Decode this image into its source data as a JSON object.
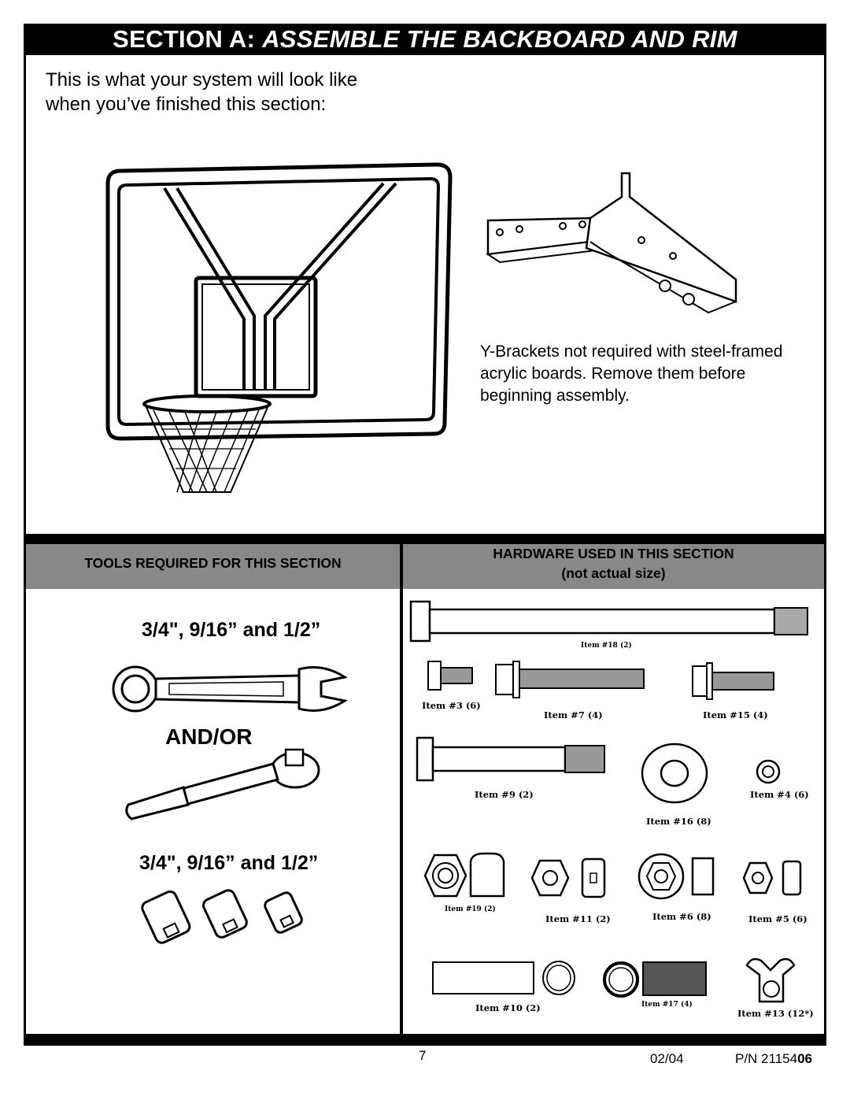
{
  "header": {
    "title_prefix": "SECTION A: ",
    "title_emphasis": "ASSEMBLE THE BACKBOARD AND RIM"
  },
  "intro": {
    "line1": "This is what your system will look like",
    "line2": "when you’ve finished this section:"
  },
  "note": "Y-Brackets not required with steel-framed acrylic boards. Remove them before beginning assembly.",
  "tools": {
    "header": "TOOLS REQUIRED FOR THIS SECTION",
    "wrench_sizes": "3/4\", 9/16” and 1/2”",
    "andor": "AND/OR",
    "socket_sizes": "3/4\", 9/16” and 1/2”"
  },
  "hardware": {
    "header_line1": "HARDWARE USED IN THIS SECTION",
    "header_line2": "(not actual size)",
    "items": {
      "i18": "Item #18 (2)",
      "i3": "Item #3 (6)",
      "i7": "Item #7 (4)",
      "i15": "Item #15 (4)",
      "i9": "Item #9 (2)",
      "i4": "Item #4 (6)",
      "i16": "Item #16 (8)",
      "i19": "Item #19 (2)",
      "i11": "Item #11 (2)",
      "i6": "Item #6 (8)",
      "i5": "Item #5 (6)",
      "i10": "Item #10 (2)",
      "i17": "Item #17 (4)",
      "i13": "Item #13 (12*)"
    }
  },
  "footer": {
    "page": "7",
    "date": "02/04",
    "pn_prefix": "P/N 21154",
    "pn_suffix": "06"
  }
}
